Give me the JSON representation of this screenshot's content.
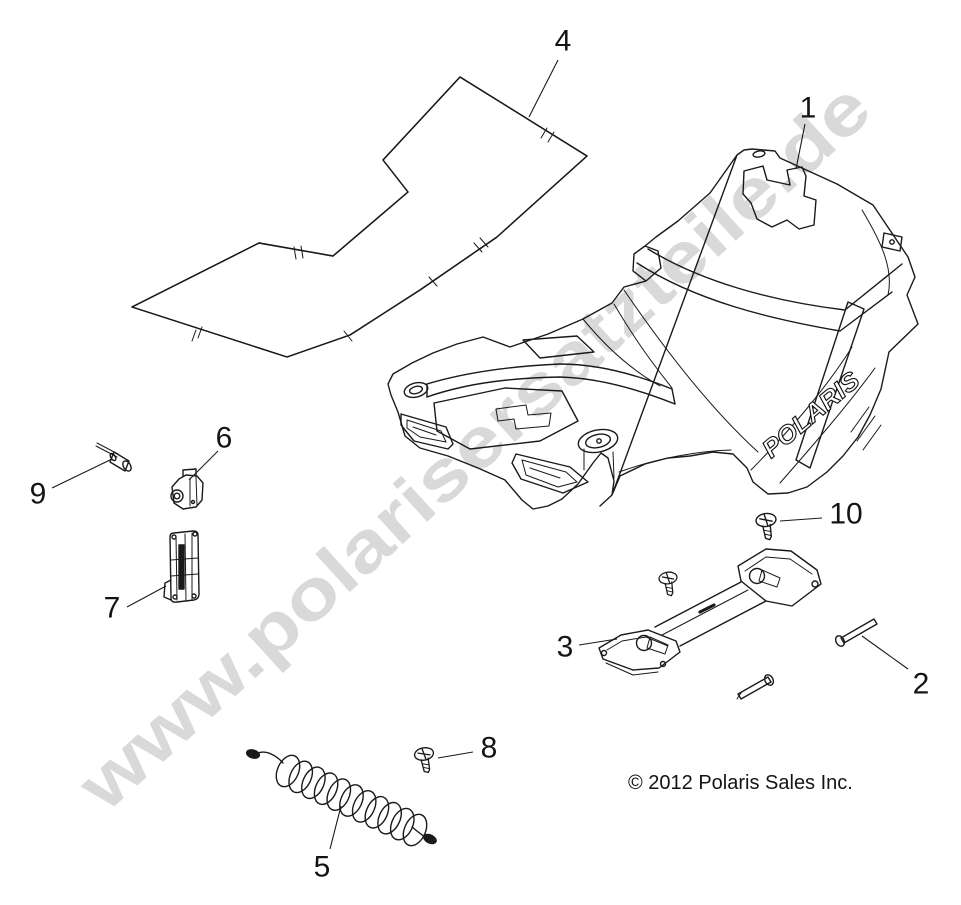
{
  "page": {
    "title": "Polaris hood assembly parts diagram",
    "background": "#ffffff"
  },
  "watermark": {
    "text": "www.polarisersatzteile.de",
    "color": "#d9d9d9"
  },
  "copyright_text": "© 2012 Polaris Sales Inc.",
  "hood": {
    "logo_text": "POLARIS"
  },
  "callouts": [
    {
      "num": "1"
    },
    {
      "num": "2"
    },
    {
      "num": "3"
    },
    {
      "num": "4"
    },
    {
      "num": "5"
    },
    {
      "num": "6"
    },
    {
      "num": "7"
    },
    {
      "num": "8"
    },
    {
      "num": "9"
    },
    {
      "num": "10"
    }
  ]
}
